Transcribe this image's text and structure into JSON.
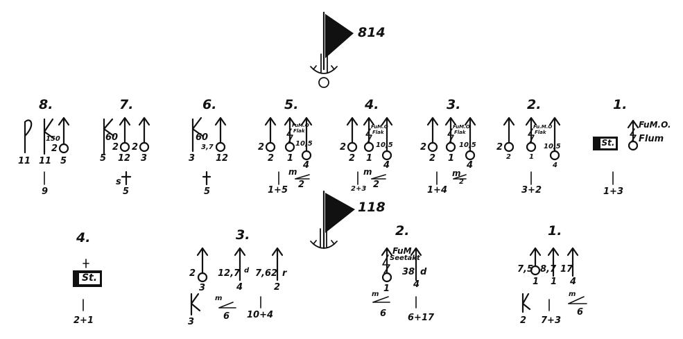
{
  "diagram": {
    "top_group": {
      "flag_number": "814",
      "ships": [
        {
          "number": "8.",
          "labels": [
            "150",
            "2",
            "11",
            "11",
            "5",
            "9"
          ]
        },
        {
          "number": "7.",
          "labels": [
            "60",
            "2",
            "2",
            "5",
            "12",
            "3",
            "s",
            "5"
          ]
        },
        {
          "number": "6.",
          "labels": [
            "60",
            "3,7",
            "3",
            "12",
            "5"
          ]
        },
        {
          "number": "5.",
          "labels": [
            "FuM.O",
            "Flak",
            "10,5",
            "2",
            "2",
            "1",
            "4",
            "m",
            "1+5",
            "2"
          ]
        },
        {
          "number": "4.",
          "labels": [
            "FuM.O",
            "Flak",
            "10,5",
            "2",
            "2",
            "1",
            "4",
            "m",
            "2+3",
            "2"
          ]
        },
        {
          "number": "3.",
          "labels": [
            "FuM.O",
            "Flak",
            "10,5",
            "2",
            "2",
            "1",
            "4",
            "m",
            "1+4",
            "2"
          ]
        },
        {
          "number": "2.",
          "labels": [
            "Fu.M.O",
            "Flak",
            "10,5",
            "2",
            "2",
            "1",
            "4",
            "3+2"
          ]
        },
        {
          "number": "1.",
          "labels": [
            "FuM.O.",
            "Flum",
            "St.",
            "1+3"
          ]
        }
      ]
    },
    "bottom_group": {
      "flag_number": "118",
      "ships": [
        {
          "number": "4.",
          "labels": [
            "St.",
            "2+1"
          ]
        },
        {
          "number": "3.",
          "labels": [
            "2",
            "3",
            "12,7",
            "d",
            "4",
            "7,62",
            "r",
            "2",
            "3",
            "m",
            "6",
            "10+4"
          ]
        },
        {
          "number": "2.",
          "labels": [
            "FuM",
            "Seetakt",
            "38",
            "d",
            "1",
            "4",
            "m",
            "6",
            "6+17"
          ]
        },
        {
          "number": "1.",
          "labels": [
            "7,5",
            "8,7",
            "17",
            "1",
            "1",
            "4",
            "2",
            "7+3",
            "m",
            "6"
          ]
        }
      ]
    }
  }
}
